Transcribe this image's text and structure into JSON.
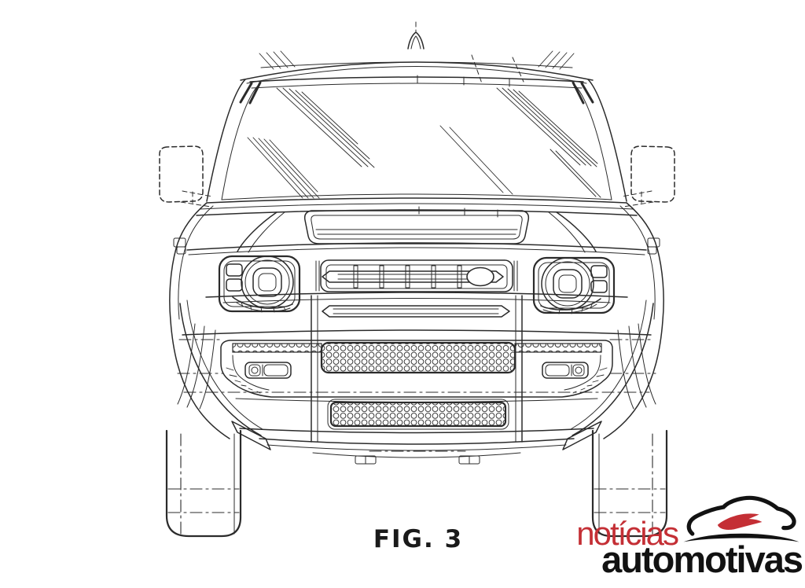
{
  "figure": {
    "label": "FIG. 3",
    "description": "Patent line drawing, front elevation view of an SUV"
  },
  "watermark": {
    "brand_line1": "notícias",
    "brand_line2": "automotivas",
    "icon": "car-silhouette-icon"
  },
  "colors": {
    "background": "#ffffff",
    "line": "#2b2b2b",
    "logo_red": "#c42f35",
    "logo_black": "#121212"
  }
}
